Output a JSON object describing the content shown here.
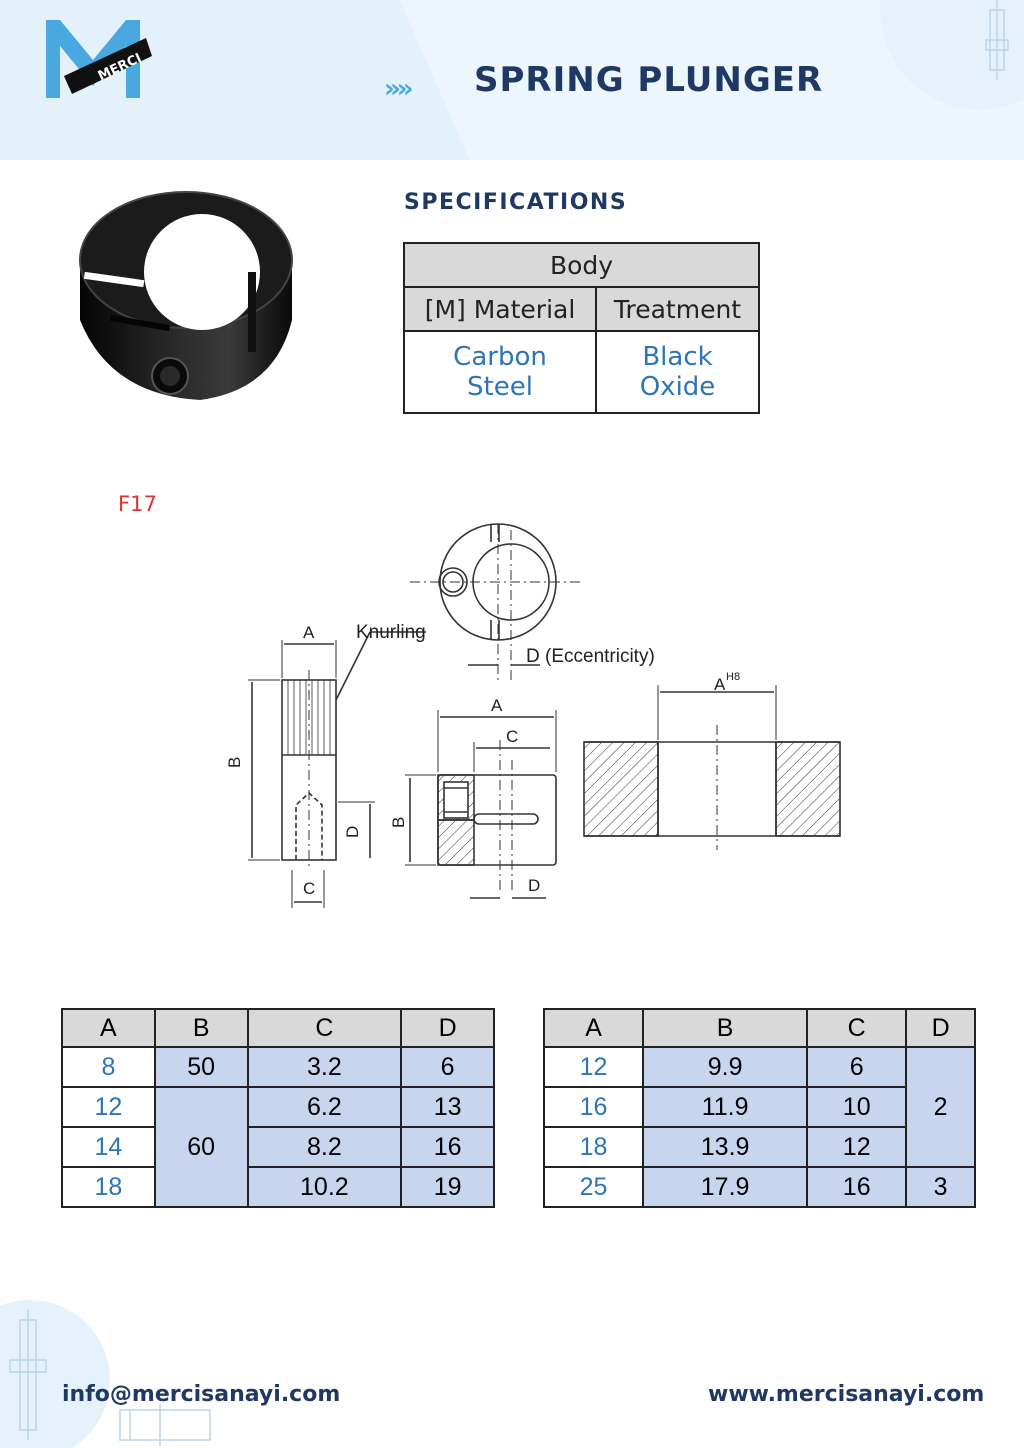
{
  "brand": {
    "logo_text": "MERCI",
    "primary_color": "#1f3864",
    "accent_color": "#4aa8e0",
    "highlight_color": "#c7d6ee"
  },
  "header": {
    "chevrons": "»»",
    "title": "SPRING PLUNGER"
  },
  "specifications": {
    "heading": "SPECIFICATIONS",
    "group_header": "Body",
    "col_material": "[M] Material",
    "col_treatment": "Treatment",
    "material_line1": "Carbon",
    "material_line2": "Steel",
    "treatment_line1": "Black",
    "treatment_line2": "Oxide"
  },
  "figure": {
    "code": "F17",
    "labels": {
      "knurling": "Knurling",
      "eccentricity": "D (Eccentricity)",
      "a": "A",
      "b": "B",
      "c": "C",
      "d": "D",
      "a_h8": "A",
      "h8": "H8"
    }
  },
  "table_1": {
    "headers": [
      "A",
      "B",
      "C",
      "D"
    ],
    "rows": [
      {
        "a": "8",
        "b": "50",
        "c": "3.2",
        "d": "6"
      },
      {
        "a": "12",
        "b": "60",
        "c": "6.2",
        "d": "13"
      },
      {
        "a": "14",
        "b": "",
        "c": "8.2",
        "d": "16"
      },
      {
        "a": "18",
        "b": "",
        "c": "10.2",
        "d": "19"
      }
    ]
  },
  "table_2": {
    "headers": [
      "A",
      "B",
      "C",
      "D"
    ],
    "rows": [
      {
        "a": "12",
        "b": "9.9",
        "c": "6",
        "d": "2"
      },
      {
        "a": "16",
        "b": "11.9",
        "c": "10",
        "d": ""
      },
      {
        "a": "18",
        "b": "13.9",
        "c": "12",
        "d": ""
      },
      {
        "a": "25",
        "b": "17.9",
        "c": "16",
        "d": "3"
      }
    ]
  },
  "footer": {
    "email": "info@mercisanayi.com",
    "website": "www.mercisanayi.com"
  }
}
